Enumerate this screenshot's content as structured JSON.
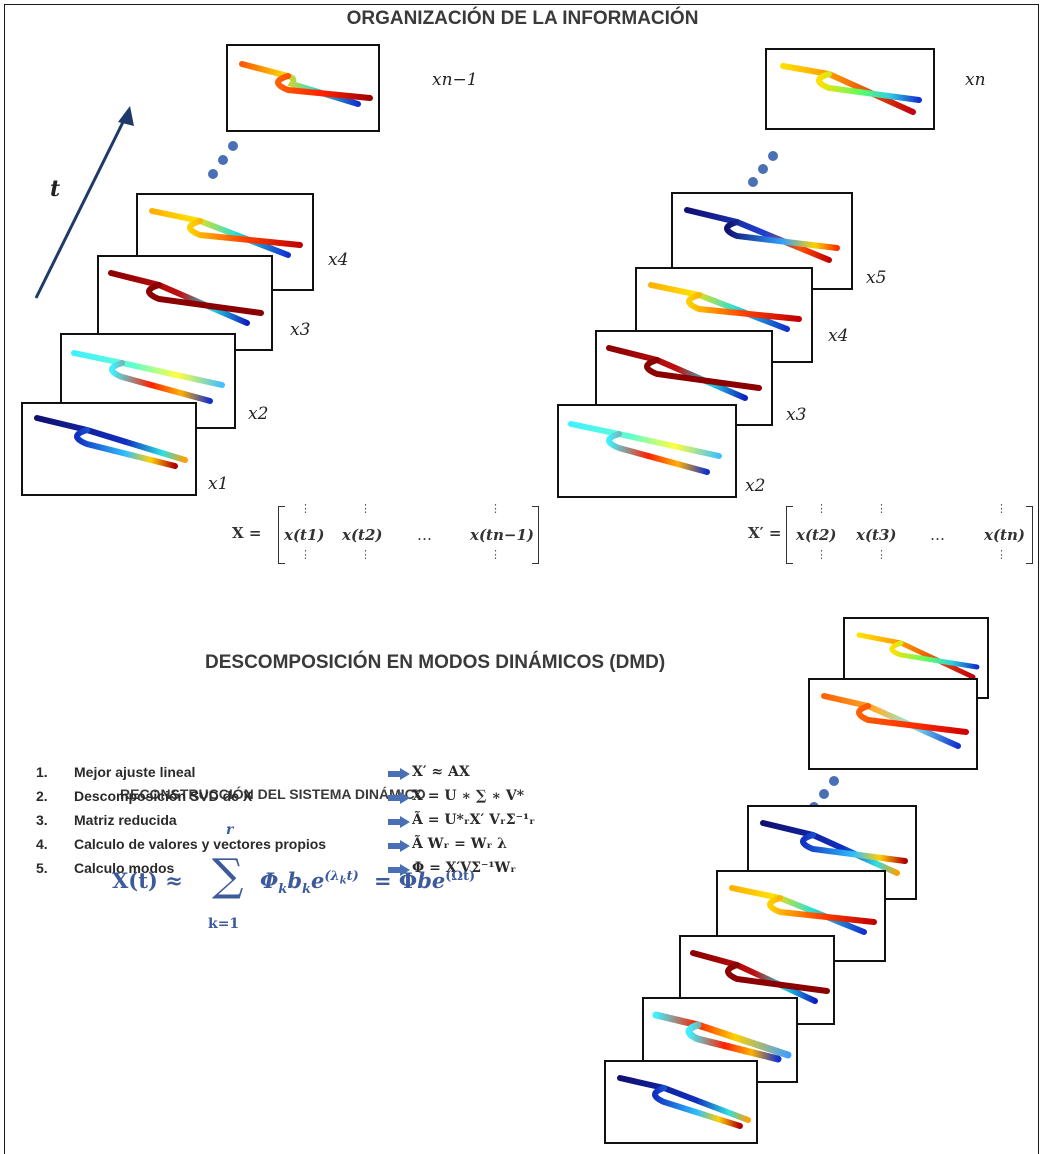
{
  "titles": {
    "organization": "ORGANIZACIÓN DE LA INFORMACIÓN",
    "dmd": "DESCOMPOSICIÓN EN MODOS DINÁMICOS (DMD)",
    "reconstruction": "RECONSTRUCCIÓN DEL SISTEMA DINÁMICO"
  },
  "time_axis": {
    "label": "t",
    "color": "#1f3a68"
  },
  "left_stack_labels": [
    "x1",
    "x2",
    "x3",
    "x4",
    "xn−1"
  ],
  "right_stack_labels": [
    "x2",
    "x3",
    "x4",
    "x5",
    "xn"
  ],
  "matrix_x": {
    "name": "X =",
    "cols": [
      "x(t1)",
      "x(t2)",
      "…",
      "x(tn−1)"
    ]
  },
  "matrix_xp": {
    "name": "X′ =",
    "cols": [
      "x(t2)",
      "x(t3)",
      "…",
      "x(tn)"
    ]
  },
  "steps": [
    {
      "num": "1.",
      "text": "Mejor ajuste lineal",
      "eq": "X′  ≈ AX"
    },
    {
      "num": "2.",
      "text": "Descomposición SVD de X",
      "eq": "X = U ∗ ∑ ∗ V*"
    },
    {
      "num": "3.",
      "text": "Matriz reducida",
      "eq": "Ã = U*ᵣX′ VᵣΣ⁻¹ᵣ"
    },
    {
      "num": "4.",
      "text": "Calculo de valores y vectores propios",
      "eq": "Ã Wᵣ =  Wᵣ λ"
    },
    {
      "num": "5.",
      "text": "Calculo modos",
      "eq": "Φ = X′VΣ⁻¹Wᵣ"
    }
  ],
  "reconstruction_formula": {
    "lhs": "X(t) ≈",
    "sum_upper": "r",
    "sum_lower": "k=1",
    "term": "ΦₖbₖE",
    "rhs": "= Φbe"
  },
  "colors": {
    "accent": "#3d5a9a",
    "arrow": "#4a6fb5",
    "dot": "#4a6fb5",
    "border": "#111111"
  }
}
